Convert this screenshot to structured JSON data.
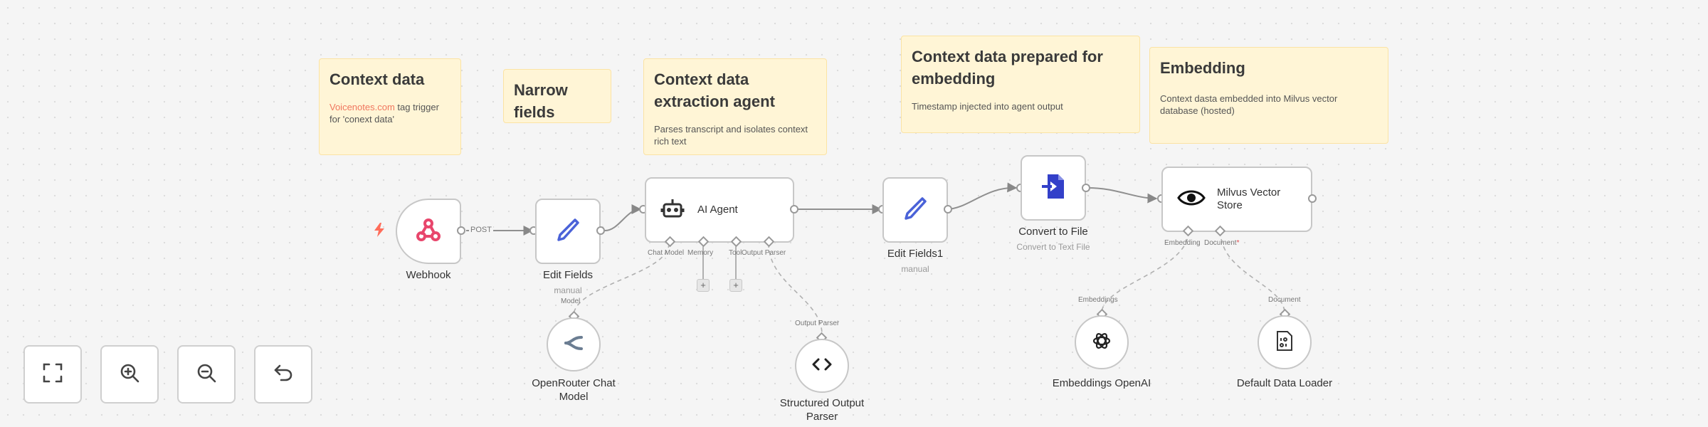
{
  "notes": {
    "context_data": {
      "title": "Context data",
      "link": "Voicenotes.com",
      "desc": " tag trigger for 'conext data'"
    },
    "narrow_fields": {
      "title": "Narrow fields"
    },
    "extraction_agent": {
      "title": "Context data extraction agent",
      "desc": "Parses transcript and isolates context rich text"
    },
    "prepared": {
      "title": "Context data prepared for embedding",
      "desc": "Timestamp injected into agent output"
    },
    "embedding": {
      "title": "Embedding",
      "desc": "Context dasta embedded into Milvus vector database (hosted)"
    }
  },
  "nodes": {
    "webhook": {
      "label": "Webhook"
    },
    "edit_fields": {
      "label": "Edit Fields",
      "sub": "manual"
    },
    "ai_agent": {
      "label": "AI Agent"
    },
    "edit_fields1": {
      "label": "Edit Fields1",
      "sub": "manual"
    },
    "convert_to_file": {
      "label": "Convert to File",
      "sub": "Convert to Text File"
    },
    "milvus": {
      "label": "Milvus Vector Store"
    },
    "openrouter": {
      "label": "OpenRouter Chat Model"
    },
    "structured_parser": {
      "label": "Structured Output Parser"
    },
    "embeddings_openai": {
      "label": "Embeddings OpenAI"
    },
    "data_loader": {
      "label": "Default Data Loader"
    }
  },
  "edges": {
    "post_label": "POST"
  },
  "ports": {
    "agent_chat_model": "Chat Model",
    "agent_memory": "Memory",
    "agent_tool": "Tool",
    "agent_output_parser": "Output Parser",
    "milvus_embedding": "Embedding",
    "milvus_document": "Document",
    "milvus_document_required": "*",
    "openrouter_in": "Model",
    "parser_in": "Output Parser",
    "embeddings_in": "Embeddings",
    "loader_in": "Document"
  },
  "plus_symbol": "+",
  "controls": {
    "fit_view": "fit-view",
    "zoom_in": "zoom-in",
    "zoom_out": "zoom-out",
    "reset": "reset-zoom"
  },
  "colors": {
    "sticky_bg": "#fff5d6",
    "sticky_border": "#fbe3a4",
    "link": "#f0765e",
    "webhook_pink": "#e8466c",
    "edit_blue": "#4a62d8",
    "convert_blue": "#3340c9",
    "trigger_orange": "#ff6d5a"
  }
}
